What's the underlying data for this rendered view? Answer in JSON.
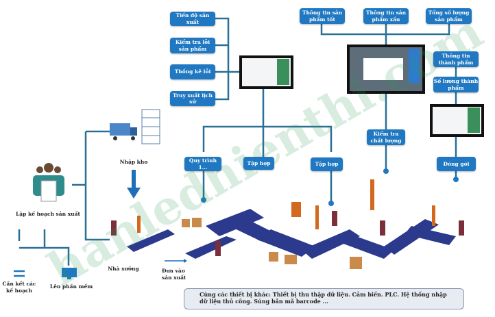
{
  "left_boxes": [
    "Tiến độ sản xuất",
    "Kiểm tra lỗi sản phẩm",
    "Thống kê lỗi",
    "Truy xuất lịch sử"
  ],
  "top_boxes": [
    "Thông tin sản phẩm tốt",
    "Thông tin sản phẩm xấu",
    "Tổng số lượng sản phẩm"
  ],
  "right_boxes": [
    "Thông tin thành phẩm",
    "Số lượng thành phẩm"
  ],
  "stage_boxes": {
    "quy_trinh": "Quy trình 1...",
    "tap_hop_1": "Tập hợp",
    "tap_hop_2": "Tập hợp",
    "kiem_tra": "Kiểm tra chất lượng",
    "dong_goi": "Đóng gói"
  },
  "labels": {
    "nhap_kho": "Nhập kho",
    "lap_ke_hoach": "Lập kế hoạch sản xuất",
    "can_ket": "Cần kết các kế hoạch",
    "len_phan_mem": "Lên phần mềm",
    "nha_xuong": "Nhà xưởng",
    "dua_vao": "Đưa vào sản xuất"
  },
  "note": "Cùng các thiết bị khác: Thiết bị thu thập dữ liệu. Cảm biến. PLC. Hệ thống nhập dữ liệu thủ công. Súng bắn mã barcode ...",
  "watermark": "hanledhienthi.com",
  "colors": {
    "box": "#1f78c1",
    "line": "#2a6f97",
    "belt": "#2b3a8c"
  }
}
